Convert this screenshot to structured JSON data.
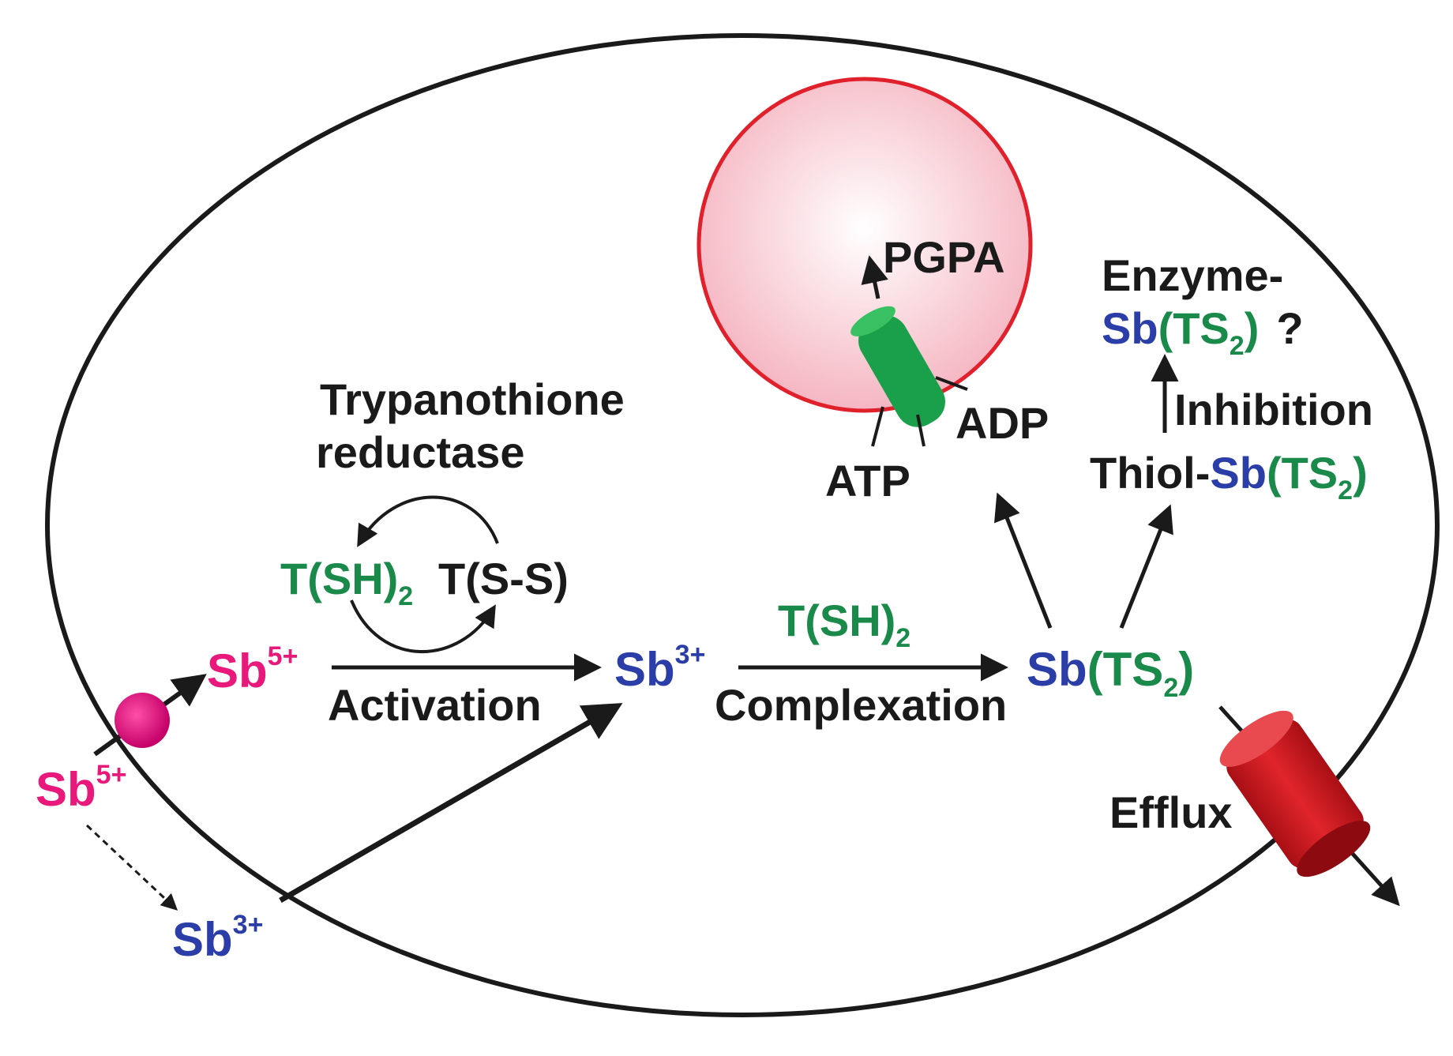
{
  "colors": {
    "black": "#1a1a1a",
    "magenta": "#e8197a",
    "blue": "#2b3da6",
    "green": "#1a8a4a",
    "vacuole_edge": "#e0202a",
    "vacuole_fill": "#f7c6cf",
    "transporter_green": "#1aa04a",
    "efflux_red": "#c8161d"
  },
  "labels": {
    "trypanothione_1": "Trypanothione",
    "trypanothione_2": "reductase",
    "t_sh": "T(SH)",
    "t_sh_sub": "2",
    "t_ss": "T(S-S)",
    "t_sh2": "T(SH)",
    "t_sh2_sub": "2",
    "activation": "Activation",
    "complexation": "Complexation",
    "pgpa": "PGPA",
    "atp": "ATP",
    "adp": "ADP",
    "enzyme": "Enzyme-",
    "enzyme_sb": "Sb",
    "enzyme_ts": "(TS",
    "enzyme_ts_sub": "2",
    "enzyme_ts_close": ")",
    "enzyme_q": "?",
    "inhibition": "Inhibition",
    "thiol": "Thiol-",
    "thiol_sb": "Sb",
    "thiol_ts": "(TS",
    "thiol_ts_sub": "2",
    "thiol_ts_close": ")",
    "efflux": "Efflux",
    "sb": "Sb",
    "sb5_sup": "5+",
    "sb3_sup": "3+",
    "sbts_sb": "Sb",
    "sbts_ts": "(TS",
    "sbts_sub": "2",
    "sbts_close": ")"
  }
}
